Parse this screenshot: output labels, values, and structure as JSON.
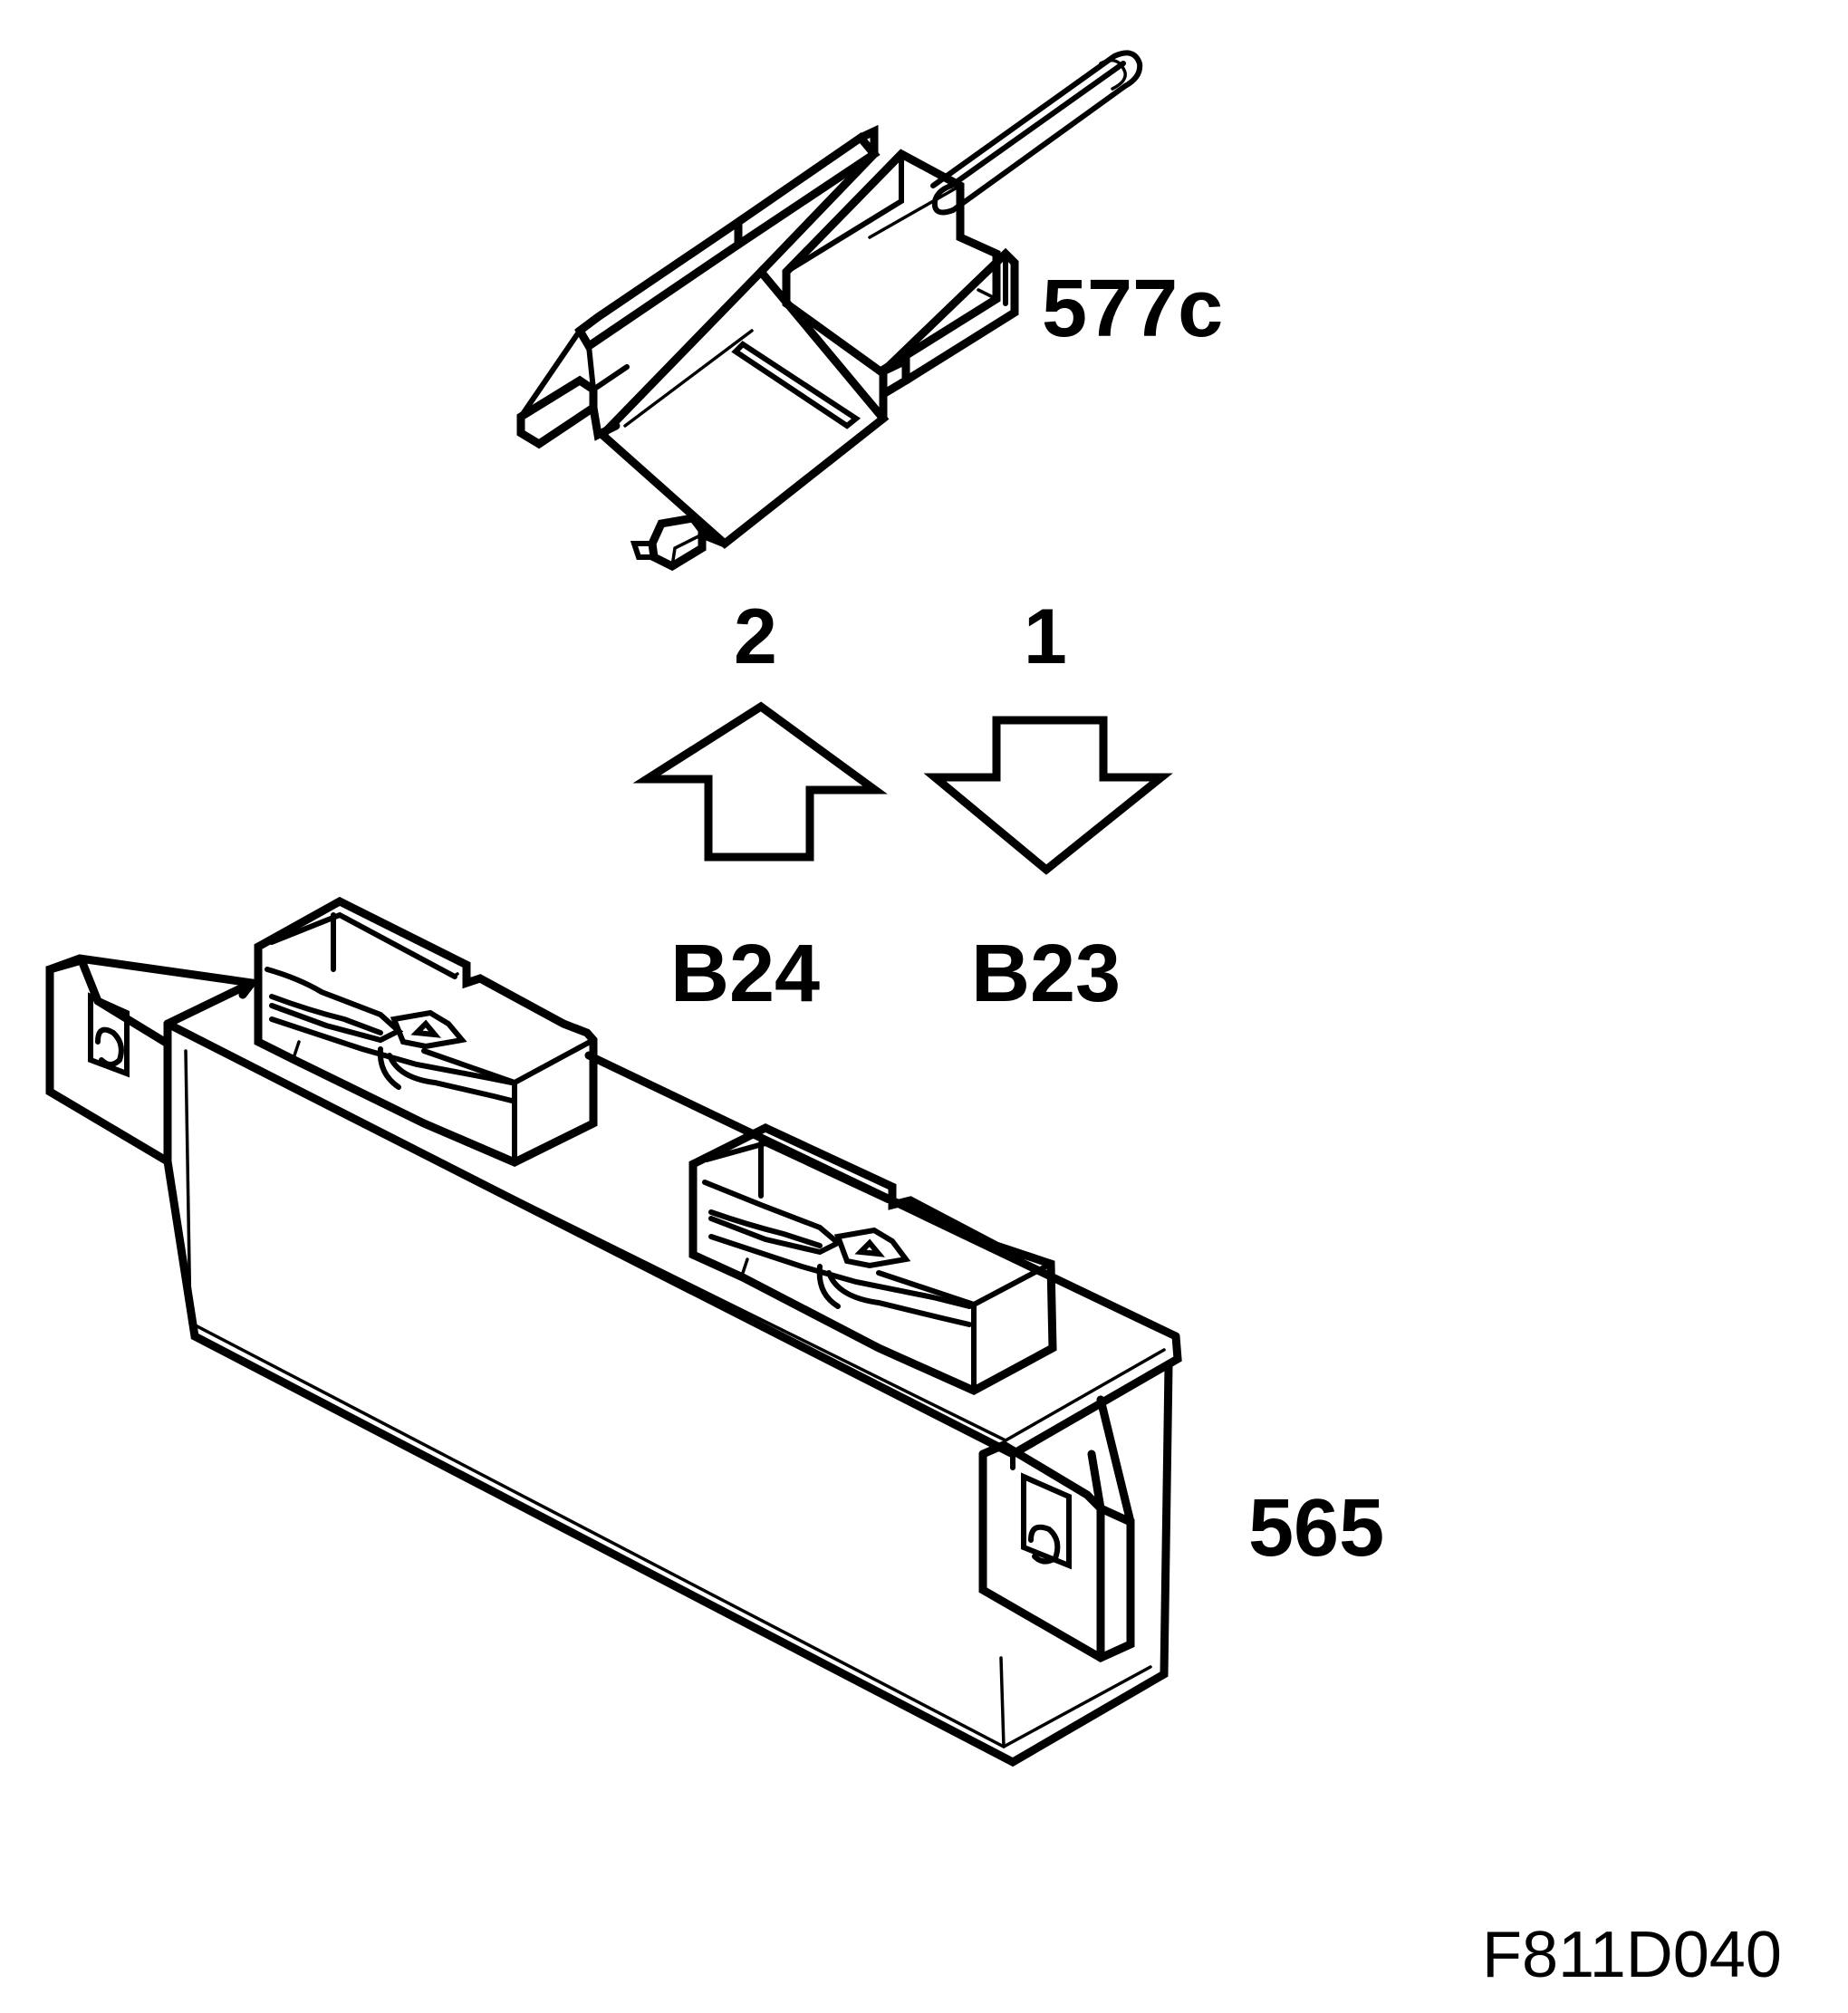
{
  "labels": {
    "part_connector": "577c",
    "part_module": "565",
    "step_remove": "2",
    "step_install": "1",
    "pin_left": "B24",
    "pin_right": "B23",
    "figure_ref": "F811D040"
  },
  "icons": {
    "arrow_up": "arrow-up-icon",
    "arrow_down": "arrow-down-icon"
  },
  "colors": {
    "ink": "#000000",
    "background": "#ffffff"
  }
}
